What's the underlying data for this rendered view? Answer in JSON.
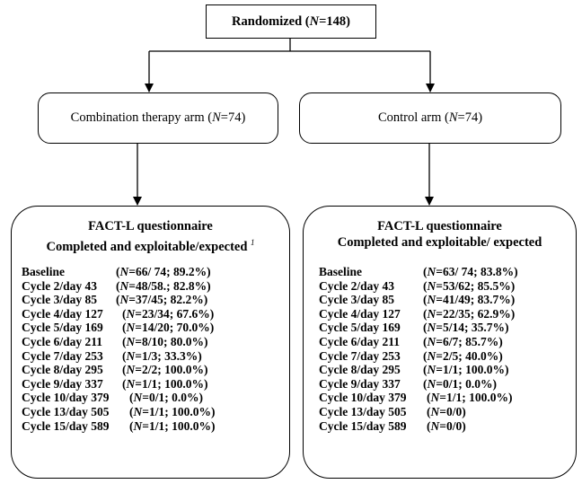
{
  "randomized": {
    "label": "Randomized (",
    "n_letter": "N",
    "n_value": "=148)"
  },
  "arms": {
    "combination": {
      "label": "Combination therapy arm (",
      "n_letter": "N",
      "n_value": " =74)"
    },
    "control": {
      "label": "Control arm  (",
      "n_letter": "N",
      "n_value": " =74)"
    }
  },
  "left": {
    "title1": "FACT-L  questionnaire",
    "title2": "Completed and exploitable/expected ",
    "footnote": "1",
    "rows": [
      {
        "label": "Baseline",
        "open": "(",
        "n": "N",
        "rest": "=66/ 74; 89.2%)"
      },
      {
        "label": "Cycle 2/day 43",
        "open": "(",
        "n": "N",
        "rest": "=48/58.; 82.8%)"
      },
      {
        "label": "Cycle 3/day 85",
        "open": "(",
        "n": "N",
        "rest": "=37/45; 82.2%)"
      },
      {
        "label": "Cycle 4/day 127",
        "open": "(",
        "n": "N",
        "rest": "=23/34; 67.6%)"
      },
      {
        "label": "Cycle 5/day 169",
        "open": "(",
        "n": "N",
        "rest": "=14/20; 70.0%)"
      },
      {
        "label": "Cycle 6/day 211",
        "open": "(",
        "n": "N",
        "rest": "=8/10; 80.0%)"
      },
      {
        "label": "Cycle 7/day 253",
        "open": "(",
        "n": "N",
        "rest": "=1/3; 33.3%)"
      },
      {
        "label": "Cycle 8/day 295",
        "open": "(",
        "n": "N",
        "rest": "=2/2; 100.0%)"
      },
      {
        "label": "Cycle 9/day 337",
        "open": "(",
        "n": "N",
        "rest": "=1/1; 100.0%)"
      },
      {
        "label": "Cycle 10/day 379",
        "open": "(",
        "n": "N",
        "rest": "=0/1; 0.0%)"
      },
      {
        "label": "Cycle 13/day 505",
        "open": "(",
        "n": "N",
        "rest": "=1/1; 100.0%)"
      },
      {
        "label": "Cycle 15/day 589",
        "open": "(",
        "n": "N",
        "rest": "=1/1; 100.0%)"
      }
    ]
  },
  "right": {
    "title1": "FACT-L  questionnaire",
    "title2": "Completed and exploitable/ expected",
    "rows": [
      {
        "label": "Baseline",
        "open": "(",
        "n": "N",
        "rest": "=63/ 74; 83.8%)"
      },
      {
        "label": "Cycle 2/day 43",
        "open": "(",
        "n": "N",
        "rest": "=53/62; 85.5%)"
      },
      {
        "label": "Cycle 3/day 85",
        "open": "(",
        "n": "N",
        "rest": "=41/49; 83.7%)"
      },
      {
        "label": "Cycle 4/day 127",
        "open": "(",
        "n": "N",
        "rest": "=22/35; 62.9%)"
      },
      {
        "label": "Cycle 5/day 169",
        "open": "(",
        "n": "N",
        "rest": "=5/14; 35.7%)"
      },
      {
        "label": "Cycle 6/day 211",
        "open": "(",
        "n": "N",
        "rest": "=6/7; 85.7%)"
      },
      {
        "label": "Cycle 7/day 253",
        "open": "(",
        "n": "N",
        "rest": "=2/5; 40.0%)"
      },
      {
        "label": "Cycle 8/day 295",
        "open": "(",
        "n": "N",
        "rest": "=1/1; 100.0%)"
      },
      {
        "label": "Cycle 9/day 337",
        "open": "(",
        "n": "N",
        "rest": "=0/1; 0.0%)"
      },
      {
        "label": "Cycle 10/day 379",
        "open": "(",
        "n": "N",
        "rest": "=1/1; 100.0%)"
      },
      {
        "label": "Cycle 13/day 505",
        "open": "(",
        "n": "N",
        "rest": "=0/0)"
      },
      {
        "label": "Cycle 15/day 589",
        "open": "(",
        "n": "N",
        "rest": "=0/0)"
      }
    ]
  }
}
